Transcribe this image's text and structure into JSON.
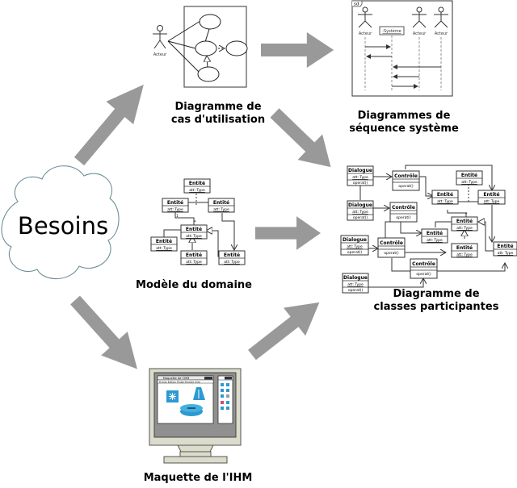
{
  "colors": {
    "arrow": "#999999",
    "cloud_stroke": "#6d8f96",
    "line": "#333333",
    "monitor_body": "#dcdccc",
    "screen": "#909090",
    "icon_blue": "#2c9ad1"
  },
  "besoins": {
    "label": "Besoins"
  },
  "use_case": {
    "caption_line1": "Diagramme de",
    "caption_line2": "cas d'utilisation",
    "actor_label": "Acteur"
  },
  "sequence": {
    "caption_line1": "Diagrammes de",
    "caption_line2": "séquence système",
    "frame_label": "sd",
    "system_label": ":Système",
    "actor_labels": [
      "Acteur",
      "Acteur",
      "Acteur"
    ]
  },
  "domain_model": {
    "caption": "Modèle du domaine",
    "class_name": "Entité",
    "attribute": "att: Type",
    "mult_one": "1",
    "mult_many": "*"
  },
  "participating_classes": {
    "caption_line1": "Diagramme de",
    "caption_line2": "classes participantes",
    "dialogue_name": "Dialogue",
    "control_name": "Contrôle",
    "entity_name": "Entité",
    "attribute": "att: Type",
    "operation": "operat()"
  },
  "mockup": {
    "caption": "Maquette de l'IHM",
    "window_title": "Maquette de l'IHM",
    "menu_bar": "Fichier Edition Projet Fenetre Aide"
  }
}
